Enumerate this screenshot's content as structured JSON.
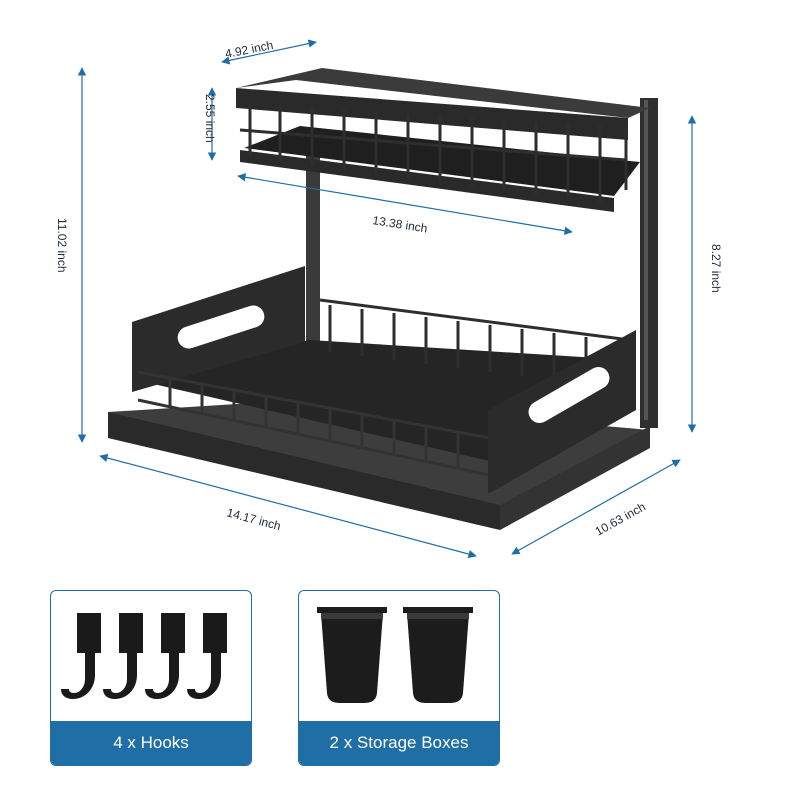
{
  "dimensions": {
    "top_depth": "4.92 inch",
    "top_height": "2.55 inch",
    "top_width": "13.38 inch",
    "total_height": "11.02 inch",
    "right_height": "8.27 inch",
    "bottom_width": "14.17 inch",
    "bottom_depth": "10.63 inch"
  },
  "accessories": {
    "hooks_label": "4 x Hooks",
    "boxes_label": "2 x Storage Boxes"
  },
  "colors": {
    "dimension_line": "#1f6ea6",
    "product": "#2b2b2b",
    "card_accent": "#1f6ea6"
  }
}
